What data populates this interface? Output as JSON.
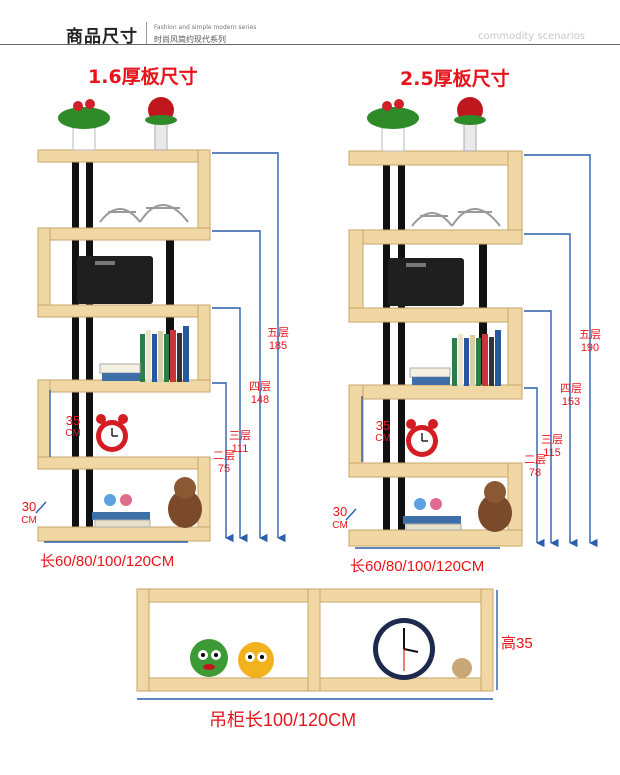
{
  "header": {
    "title": "商品尺寸",
    "subtitle_en": "Fashion and simple modern series",
    "subtitle_cn": "时尚风简约现代系列",
    "right_text": "commodity scenarios"
  },
  "left": {
    "title": "1.6厚板尺寸",
    "layer5": {
      "name": "五层",
      "value": "185"
    },
    "layer4": {
      "name": "四层",
      "value": "148"
    },
    "layer3": {
      "name": "三层",
      "value": "111"
    },
    "layer2": {
      "name": "二层",
      "value": "75"
    },
    "height_label": {
      "value": "35",
      "unit": "CM"
    },
    "depth_label": {
      "value": "30",
      "unit": "CM"
    },
    "length_label": "长60/80/100/120CM"
  },
  "right": {
    "title": "2.5厚板尺寸",
    "layer5": {
      "name": "五层",
      "value": "190"
    },
    "layer4": {
      "name": "四层",
      "value": "153"
    },
    "layer3": {
      "name": "三层",
      "value": "115"
    },
    "layer2": {
      "name": "二层",
      "value": "78"
    },
    "height_label": {
      "value": "35",
      "unit": "CM"
    },
    "depth_label": {
      "value": "30",
      "unit": "CM"
    },
    "length_label": "长60/80/100/120CM"
  },
  "bottom": {
    "height_label": "高35",
    "length_label": "吊柜长100/120CM"
  },
  "colors": {
    "accent": "#e8141b",
    "dimension_line": "#2b5fae",
    "wood": "#f0d7a4",
    "wood_edge": "#c8a66a",
    "frame": "#111111"
  }
}
